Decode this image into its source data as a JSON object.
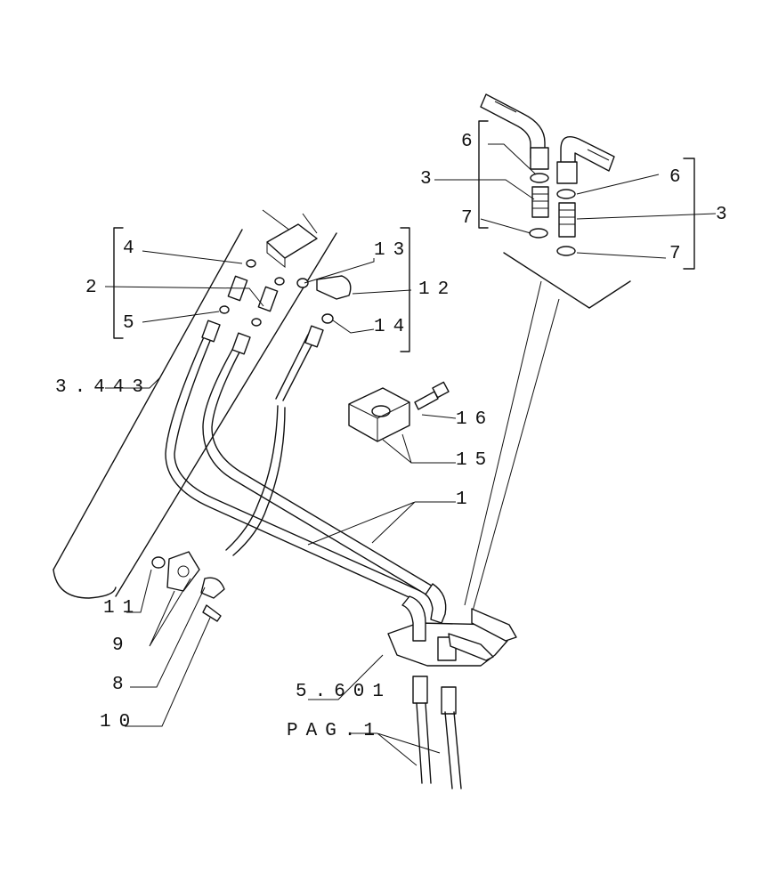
{
  "callouts": {
    "c1": "1",
    "c2": "2",
    "c3a": "3",
    "c3b": "3",
    "c4": "4",
    "c5": "5",
    "c6a": "6",
    "c6b": "6",
    "c7a": "7",
    "c7b": "7",
    "c8": "8",
    "c9": "9",
    "c10": "10",
    "c11": "11",
    "c12": "12",
    "c13": "13",
    "c14": "14",
    "c15": "15",
    "c16": "16"
  },
  "references": {
    "ref_3_443": "3.443",
    "ref_5_601": "5.601",
    "ref_pag1": "PAG.1"
  }
}
